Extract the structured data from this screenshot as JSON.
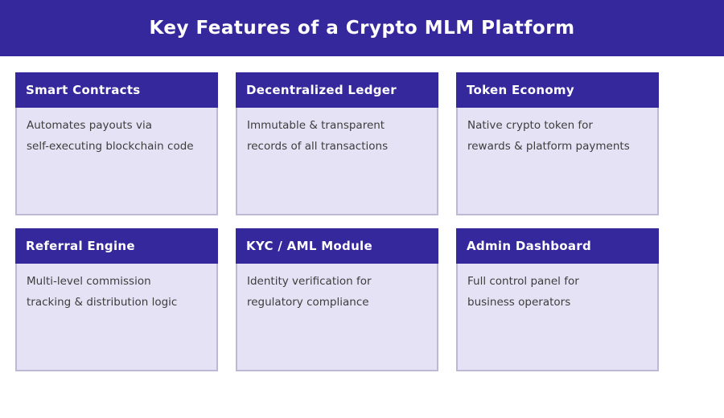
{
  "header": {
    "title": "Key Features of a Crypto MLM Platform"
  },
  "cards": [
    {
      "title": "Smart Contracts",
      "lines": [
        "Automates payouts via",
        "self-executing blockchain code"
      ]
    },
    {
      "title": "Decentralized Ledger",
      "lines": [
        "Immutable & transparent",
        "records of all transactions"
      ]
    },
    {
      "title": "Token Economy",
      "lines": [
        "Native crypto token for",
        "rewards & platform payments"
      ]
    },
    {
      "title": "Referral Engine",
      "lines": [
        "Multi-level commission",
        "tracking & distribution logic"
      ]
    },
    {
      "title": "KYC / AML Module",
      "lines": [
        "Identity verification for",
        "regulatory compliance"
      ]
    },
    {
      "title": "Admin Dashboard",
      "lines": [
        "Full control panel for",
        "business operators"
      ]
    }
  ],
  "colors": {
    "banner_bg": "#34289c",
    "card_header_bg": "#34289c",
    "card_body_bg": "#e6e2f5",
    "card_border": "#bdb9d4",
    "body_text": "#3d3d3d",
    "title_text": "#ffffff"
  }
}
